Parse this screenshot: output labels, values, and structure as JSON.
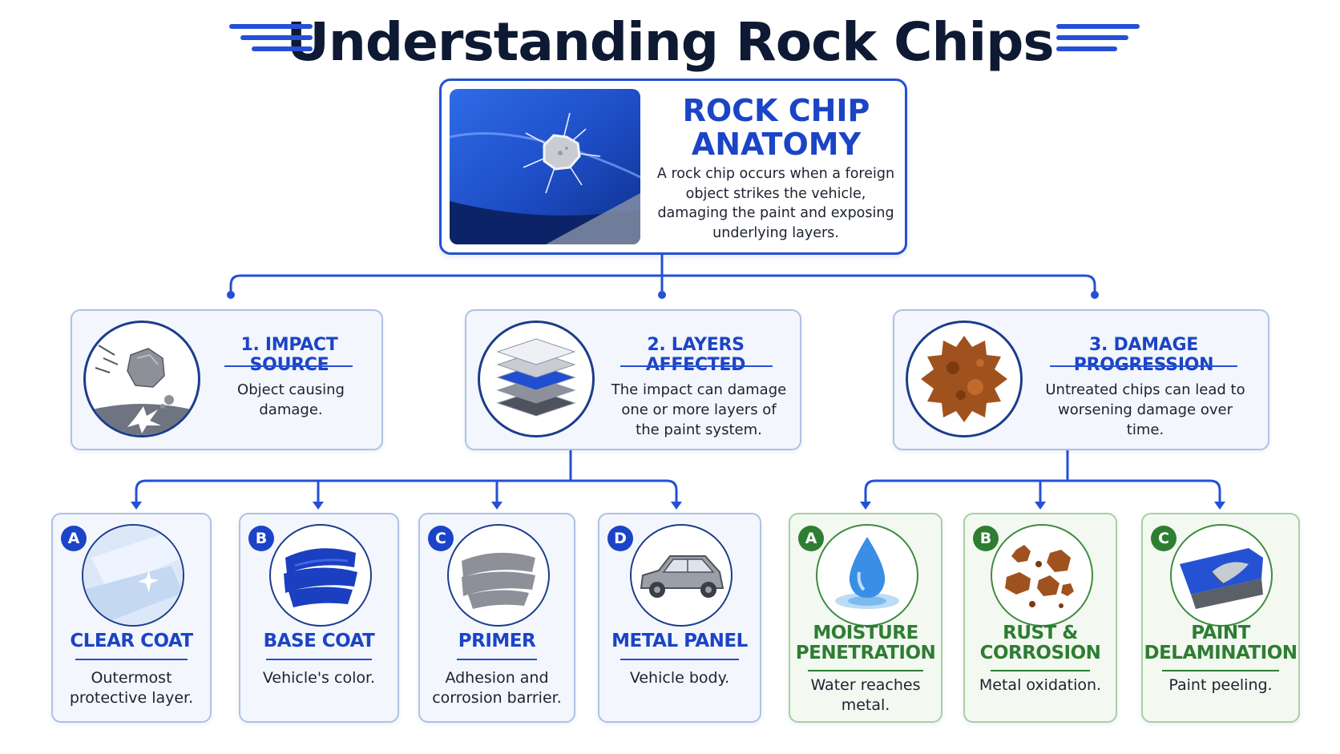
{
  "title": "Understanding Rock Chips",
  "anatomy": {
    "heading_line1": "ROCK CHIP",
    "heading_line2": "ANATOMY",
    "text": "A rock chip occurs when a foreign object strikes the vehicle, damaging the paint and exposing underlying layers."
  },
  "levels": [
    {
      "title": "1. IMPACT SOURCE",
      "text": "Object causing damage.",
      "icon": "rock-impact-icon"
    },
    {
      "title": "2. LAYERS AFFECTED",
      "text": "The impact can damage one or more layers of the paint system.",
      "icon": "paint-layers-icon"
    },
    {
      "title": "3. DAMAGE PROGRESSION",
      "text": "Untreated chips can lead to worsening damage over time.",
      "icon": "rust-patch-icon"
    }
  ],
  "layers": [
    {
      "badge": "A",
      "title": "CLEAR COAT",
      "text": "Outermost protective layer.",
      "icon": "clear-coat-icon"
    },
    {
      "badge": "B",
      "title": "BASE COAT",
      "text": "Vehicle's color.",
      "icon": "blue-paint-icon"
    },
    {
      "badge": "C",
      "title": "PRIMER",
      "text": "Adhesion and corrosion barrier.",
      "icon": "gray-primer-icon"
    },
    {
      "badge": "D",
      "title": "METAL PANEL",
      "text": "Vehicle body.",
      "icon": "car-body-icon"
    }
  ],
  "progression": [
    {
      "badge": "A",
      "title1": "MOISTURE",
      "title2": "PENETRATION",
      "text": "Water reaches metal.",
      "icon": "water-drop-icon"
    },
    {
      "badge": "B",
      "title1": "RUST &",
      "title2": "CORROSION",
      "text": "Metal oxidation.",
      "icon": "rust-flakes-icon"
    },
    {
      "badge": "C",
      "title1": "PAINT",
      "title2": "DELAMINATION",
      "text": "Paint peeling.",
      "icon": "peeling-paint-icon"
    }
  ],
  "colors": {
    "primary_blue": "#1b44c6",
    "navy": "#0e1a33",
    "green": "#2e7d32",
    "rust": "#a0521e"
  }
}
